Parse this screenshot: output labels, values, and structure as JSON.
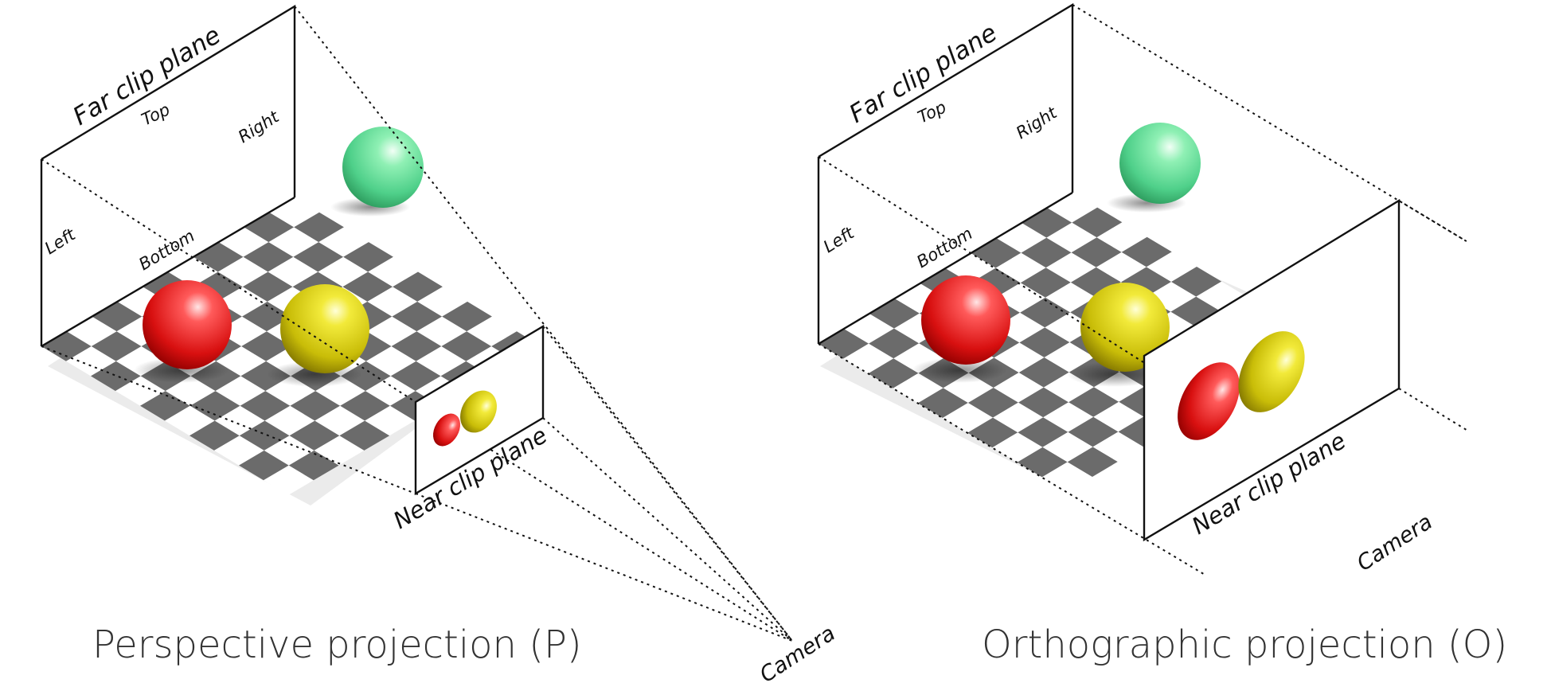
{
  "perspective": {
    "caption": "Perspective projection (P)",
    "far_label": "Far clip plane",
    "top_label": "Top",
    "right_label": "Right",
    "left_label": "Left",
    "bottom_label": "Bottom",
    "near_label": "Near clip plane",
    "camera_label": "Camera"
  },
  "orthographic": {
    "caption": "Orthographic projection (O)",
    "far_label": "Far clip plane",
    "top_label": "Top",
    "right_label": "Right",
    "left_label": "Left",
    "bottom_label": "Bottom",
    "near_label": "Near clip plane",
    "camera_label": "Camera"
  },
  "colors": {
    "sphere_red": "#e01818",
    "sphere_yellow": "#d6cc10",
    "sphere_green": "#4fd08a",
    "checker_dark": "#6b6b6b",
    "checker_light": "#ffffff"
  }
}
